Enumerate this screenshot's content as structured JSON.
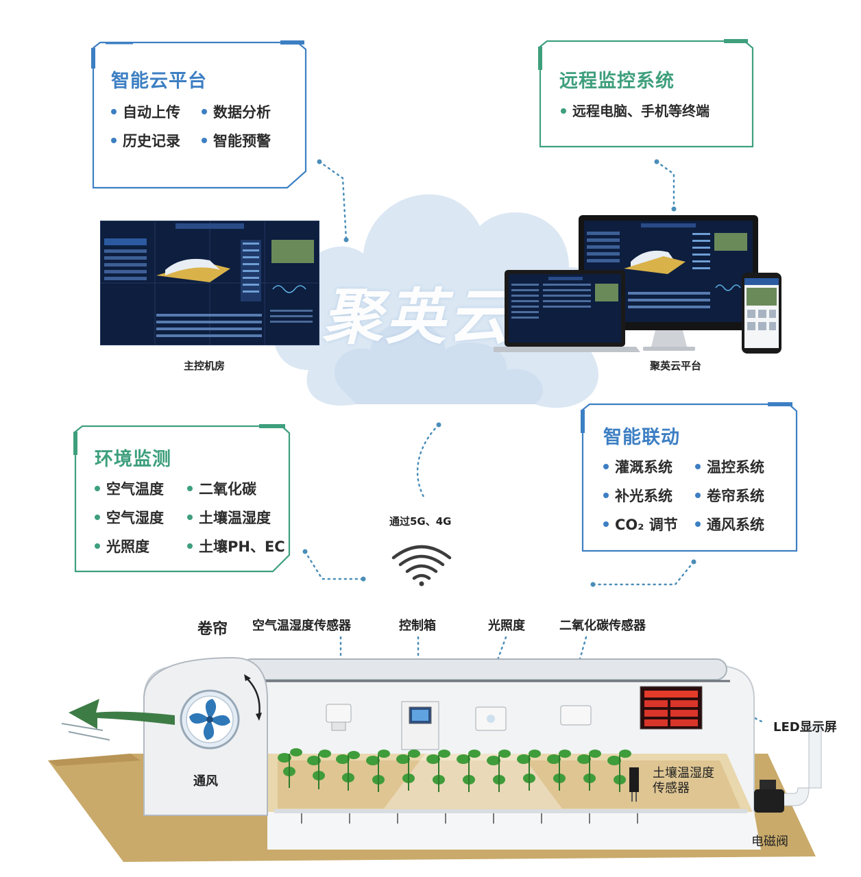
{
  "colors": {
    "blue_accent": "#3d7fc3",
    "green_accent": "#3e9f7d",
    "cloud": "#dbe7f3",
    "screen_bg": "#0d1e3f",
    "soil": "#c9aa6a",
    "plant": "#3f9c3a",
    "arrow": "#3e7c46"
  },
  "panels": {
    "cloud_platform": {
      "title": "智能云平台",
      "items": [
        "自动上传",
        "数据分析",
        "历史记录",
        "智能预警"
      ]
    },
    "remote_monitor": {
      "title": "远程监控系统",
      "items": [
        "远程电脑、手机等终端"
      ]
    },
    "env_monitor": {
      "title": "环境监测",
      "items": [
        "空气温度",
        "二氧化碳",
        "空气湿度",
        "土壤温湿度",
        "光照度",
        "土壤PH、EC"
      ]
    },
    "smart_link": {
      "title": "智能联动",
      "items": [
        "灌溉系统",
        "温控系统",
        "补光系统",
        "卷帘系统",
        "CO₂ 调节",
        "通风系统"
      ]
    }
  },
  "cloud": {
    "brand": "聚英云"
  },
  "screens": {
    "left_caption": "主控机房",
    "right_caption": "聚英云平台"
  },
  "network": {
    "label": "通过5G、4G",
    "icon": "wifi-icon"
  },
  "greenhouse": {
    "labels": {
      "roller": "卷帘",
      "air_sensor": "空气温湿度传感器",
      "control_box": "控制箱",
      "light": "光照度",
      "co2_sensor": "二氧化碳传感器",
      "led": "LED显示屏",
      "fan": "通风",
      "soil_sensor": "土壤温湿度\n传感器",
      "valve": "电磁阀"
    }
  }
}
